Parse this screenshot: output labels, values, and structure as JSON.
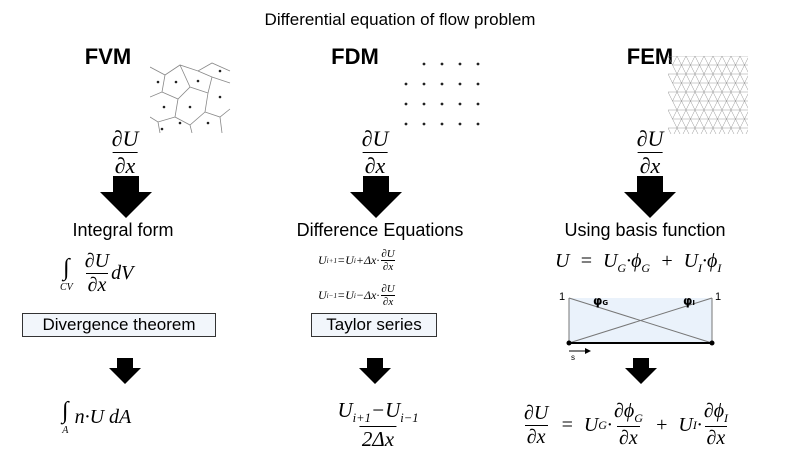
{
  "title": "Differential equation of flow problem",
  "derivative": {
    "num": "∂U",
    "den": "∂x"
  },
  "fvm": {
    "name": "FVM",
    "step": "Integral form",
    "integral_sub": "CV",
    "integrand_num": "∂U",
    "integrand_den": "∂x",
    "integrand_tail": "dV",
    "box": "Divergence theorem",
    "result_sub": "A",
    "result": "n·U dA"
  },
  "fdm": {
    "name": "FDM",
    "step": "Difference Equations",
    "eq1_lhs": "U",
    "eq1_lhs_sub": "i+1",
    "eq1_mid": "=U",
    "eq1_mid_sub": "i",
    "eq1_op": "+Δx·",
    "eq2_lhs": "U",
    "eq2_lhs_sub": "i−1",
    "eq2_mid": "=U",
    "eq2_mid_sub": "i",
    "eq2_op": "−Δx·",
    "box": "Taylor series",
    "result_num": "U",
    "result_num_sub1": "i+1",
    "result_num_minus": "−U",
    "result_num_sub2": "i−1",
    "result_den": "2Δx"
  },
  "fem": {
    "name": "FEM",
    "step": "Using basis function",
    "eq": "U  =  U",
    "eq_g": "G",
    "phi": "·ϕ",
    "plus": "  +  U",
    "eq_i": "I",
    "graph": {
      "left_value": "1",
      "right_value": "1",
      "phi_g": "φ",
      "phi_g_sub": "G",
      "phi_i": "φ",
      "phi_i_sub": "I",
      "axis": "s"
    },
    "result_lhs_num": "∂U",
    "result_lhs_den": "∂x",
    "result_eq": "=  U",
    "result_g": "G",
    "result_dphi_g": "∂ϕ",
    "result_plus": "+  U",
    "result_i": "I",
    "result_dphi_i": "∂ϕ",
    "result_dx": "∂x"
  }
}
